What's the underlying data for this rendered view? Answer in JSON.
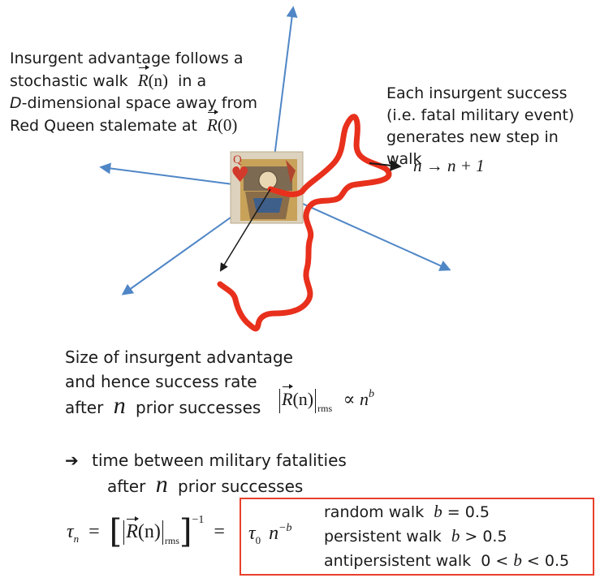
{
  "top_left_text": {
    "line1": "Insurgent advantage follows a",
    "line2_prefix": "stochastic walk",
    "line2_R": "R",
    "line2_arg": "(n)",
    "line2_suffix": "in a",
    "line3_D": "D",
    "line3_suffix": "-dimensional space away from",
    "line4_prefix": "Red Queen stalemate at",
    "line4_R": "R",
    "line4_arg": "(0)"
  },
  "top_right_text": {
    "line1": "Each insurgent success",
    "line2": "(i.e. fatal military event)",
    "line3": "generates new step in walk",
    "step_formula": "n → n + 1"
  },
  "size_text": {
    "line1": "Size of insurgent advantage",
    "line2": "and hence success rate",
    "line3_prefix": "after",
    "line3_n": "n",
    "line3_suffix": "prior successes",
    "formula_R": "R",
    "formula_arg": "(n)",
    "formula_sub": "rms",
    "formula_prop": "∝ n",
    "formula_exp": "b"
  },
  "time_text": {
    "arrow": "➔",
    "line1": "time between military fatalities",
    "line2_prefix": "after",
    "line2_n": "n",
    "line2_suffix": "prior successes"
  },
  "tau_formula": {
    "lhs": "τ",
    "lhs_sub": "n",
    "eq1": "=",
    "R": "R",
    "arg": "(n)",
    "sub": "rms",
    "exp": "−1",
    "eq2": "=",
    "rhs_tau": "τ",
    "rhs_sub": "0",
    "rhs_n": "n",
    "rhs_exp": "−b"
  },
  "walk_types": [
    {
      "label": "random walk",
      "var": "b",
      "cond": "= 0.5"
    },
    {
      "label": "persistent walk",
      "var": "b",
      "cond": "> 0.5"
    },
    {
      "label": "antipersistent walk",
      "pre": "0 <",
      "var": "b",
      "cond": "< 0.5"
    }
  ],
  "card": {
    "rank": "Q",
    "suit": "♥"
  },
  "colors": {
    "axis_arrow": "#4f86c6",
    "walk": "#e8301c",
    "box": "#e8402a",
    "text": "#1a1a1a"
  }
}
